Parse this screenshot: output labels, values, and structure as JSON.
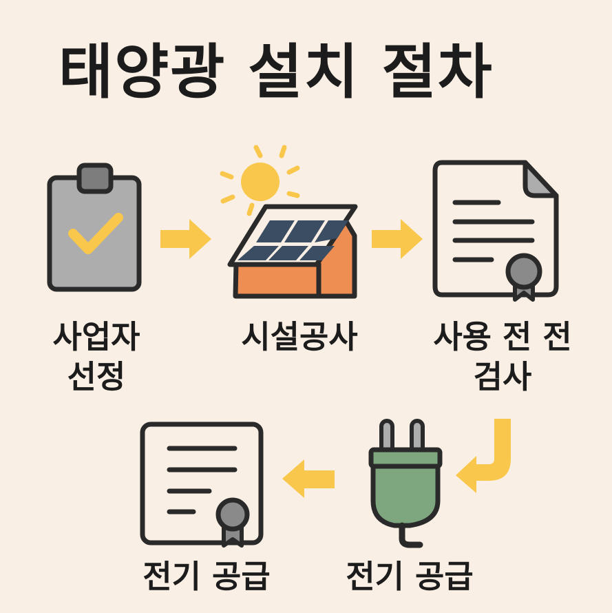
{
  "title": "태양광 설치 절차",
  "colors": {
    "background": "#faefe4",
    "outline": "#2a2a2a",
    "arrow_yellow": "#f8c74c",
    "sun_yellow": "#f8c74c",
    "clipboard_gray": "#adadad",
    "clip_gray": "#7d7d7d",
    "solar_panel": "#3a4d62",
    "house_orange": "#ee8e52",
    "plug_green": "#7ea67f",
    "seal_gray": "#8a8a8a",
    "document_fill": "#faefe4"
  },
  "steps": [
    {
      "id": 1,
      "icon": "clipboard-check-icon",
      "label_line1": "사업자",
      "label_line2": "선정"
    },
    {
      "id": 2,
      "icon": "solar-roof-house-icon",
      "label_line1": "시설공사",
      "label_line2": ""
    },
    {
      "id": 3,
      "icon": "certificate-document-icon",
      "label_line1": "사용 전 전",
      "label_line2": "검사"
    },
    {
      "id": 4,
      "icon": "power-plug-icon",
      "label_line1": "전기 공급",
      "label_line2": ""
    },
    {
      "id": 5,
      "icon": "certificate-icon",
      "label_line1": "전기 공급",
      "label_line2": ""
    }
  ],
  "flow": [
    {
      "from": 1,
      "to": 2,
      "direction": "right"
    },
    {
      "from": 2,
      "to": 3,
      "direction": "right"
    },
    {
      "from": 3,
      "to": 4,
      "direction": "down-left-curve"
    },
    {
      "from": 4,
      "to": 5,
      "direction": "left"
    }
  ]
}
